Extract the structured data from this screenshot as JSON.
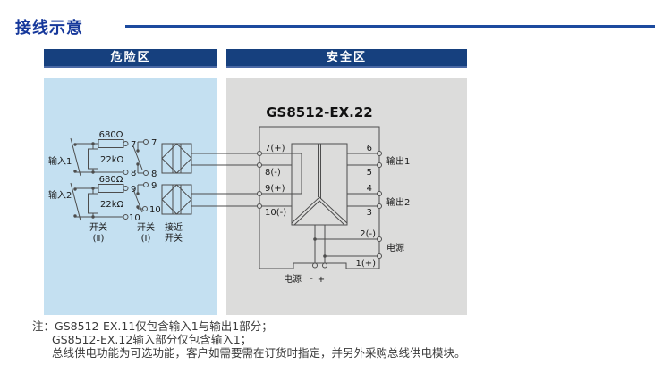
{
  "header": {
    "title": "接线示意"
  },
  "zones": {
    "hazardous": "危险区",
    "safe": "安全区"
  },
  "module": {
    "model": "GS8512-EX.22",
    "terminals": {
      "t7": "7(+)",
      "t8": "8(-)",
      "t9": "9(+)",
      "t10": "10(-)",
      "t6": "6",
      "t5": "5",
      "t4": "4",
      "t3": "3",
      "t2": "2(-)",
      "t1": "1(+)"
    },
    "groups": {
      "output1": "输出1",
      "output2": "输出2",
      "power": "电源"
    },
    "bottom_power": {
      "label": "电源",
      "minus": "-",
      "plus": "+"
    }
  },
  "hazard": {
    "input1": {
      "label": "输入1",
      "series_resistor": "680Ω",
      "parallel_resistor": "22kΩ",
      "terminal_top": "7",
      "terminal_bottom": "8"
    },
    "input2": {
      "label": "输入2",
      "series_resistor": "680Ω",
      "parallel_resistor": "22kΩ",
      "terminal_top": "9",
      "terminal_bottom": "10"
    },
    "switch2": {
      "line1": "开关",
      "line2": "(Ⅱ)"
    },
    "switch1": {
      "line1": "开关",
      "line2": "(Ⅰ)",
      "terminal_7": "7",
      "terminal_8": "8",
      "terminal_9": "9",
      "terminal_10": "10"
    },
    "proximity": {
      "line1": "接近",
      "line2": "开关"
    }
  },
  "notes": {
    "prefix": "注：",
    "lines": [
      "GS8512-EX.11仅包含输入1与输出1部分；",
      "GS8512-EX.12输入部分仅包含输入1；",
      "总线供电功能为可选功能，客户如需要需在订货时指定，并另外采购总线供电模块。"
    ]
  }
}
